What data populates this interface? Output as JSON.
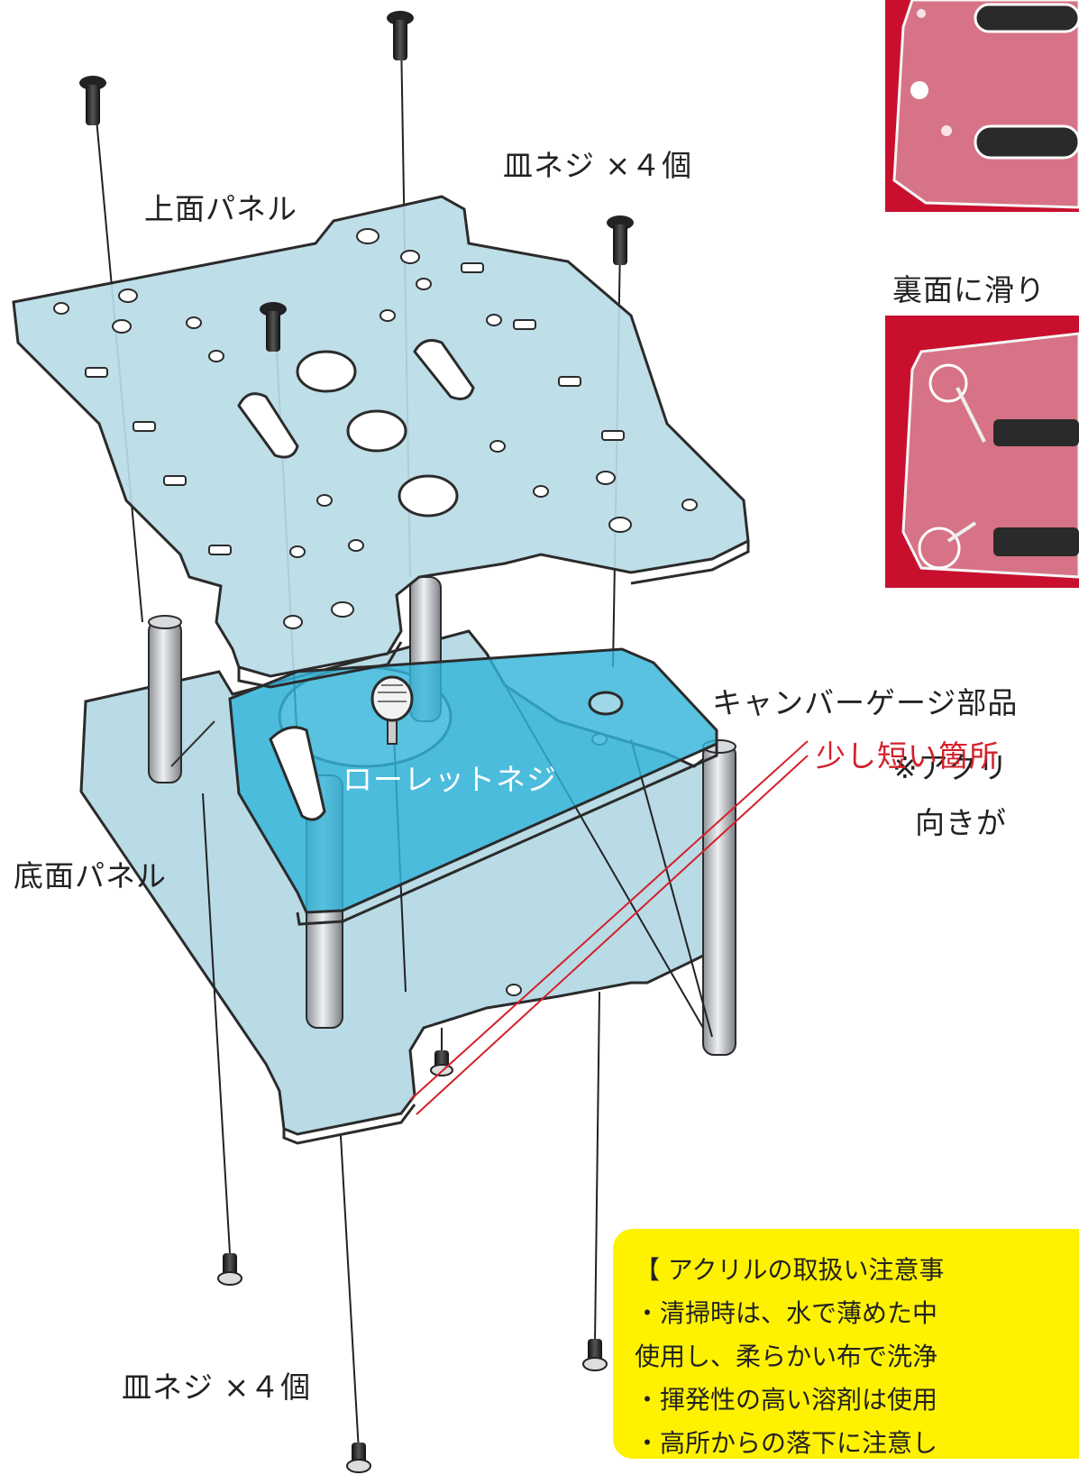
{
  "labels": {
    "top_screws": "皿ネジ ×４個",
    "top_panel": "上面パネル",
    "back_slide": "裏面に滑り",
    "camber_part": "キャンバーゲージ部品",
    "knurled_screw": "ローレットネジ",
    "acrylic_note_1": "※アクリ",
    "acrylic_note_2": "向きが",
    "bottom_panel": "底面パネル",
    "short_part": "少し短い箇所",
    "bottom_screws": "皿ネジ ×４個"
  },
  "note": {
    "title": "【 アクリルの取扱い注意事",
    "lines": [
      "・清掃時は、水で薄めた中",
      "使用し、柔らかい布で洗浄",
      "・揮発性の高い溶剤は使用",
      "・高所からの落下に注意し"
    ]
  },
  "colors": {
    "panel": "#b9dbe6",
    "panel_edge": "#2b2b2b",
    "camber": "#33b5d9",
    "photo_bg": "#c8102e",
    "note_bg": "#fff200",
    "red_line": "#d4202a"
  }
}
